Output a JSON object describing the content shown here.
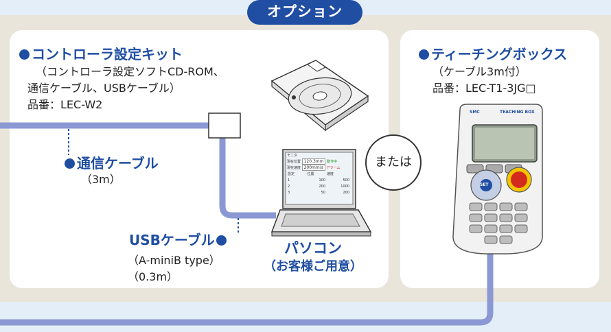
{
  "header": {
    "title": "オプション"
  },
  "controller_kit": {
    "title": "コントローラ設定キット",
    "desc_line1": "（コントローラ設定ソフトCD-ROM、",
    "desc_line2": "通信ケーブル、USBケーブル）",
    "part_number": "品番：LEC-W2"
  },
  "comm_cable": {
    "label": "通信ケーブル",
    "length": "（3m）"
  },
  "usb_cable": {
    "label": "USBケーブル",
    "type": "（A-miniB type）",
    "length": "（0.3m）"
  },
  "pc": {
    "label": "パソコン",
    "note": "（お客様ご用意）"
  },
  "or_label": "または",
  "teaching_box": {
    "title": "ティーチングボックス",
    "desc": "（ケーブル3m付）",
    "part_number": "品番：LEC-T1-3JG□"
  },
  "pc_screen": {
    "title": "モニタ",
    "row1_label": "現在位置",
    "row1_value": "120.3mm",
    "row1_status": "動作中",
    "row2_label": "現在速度",
    "row2_value": "200mm/s",
    "row2_status": "アラーム",
    "table_headers": [
      "設定",
      "位置",
      "速度"
    ],
    "table_rows": [
      [
        "1",
        "100",
        "500"
      ],
      [
        "2",
        "200",
        "1000"
      ],
      [
        "3",
        "50",
        "200"
      ]
    ]
  },
  "device": {
    "brand": "SMC",
    "model_text": "TEACHING BOX",
    "set_key": "SET"
  },
  "colors": {
    "brand_blue": "#1f4ea3",
    "cable": "#8b98d4",
    "band": "#eae5da",
    "background": "#e3eef9"
  }
}
